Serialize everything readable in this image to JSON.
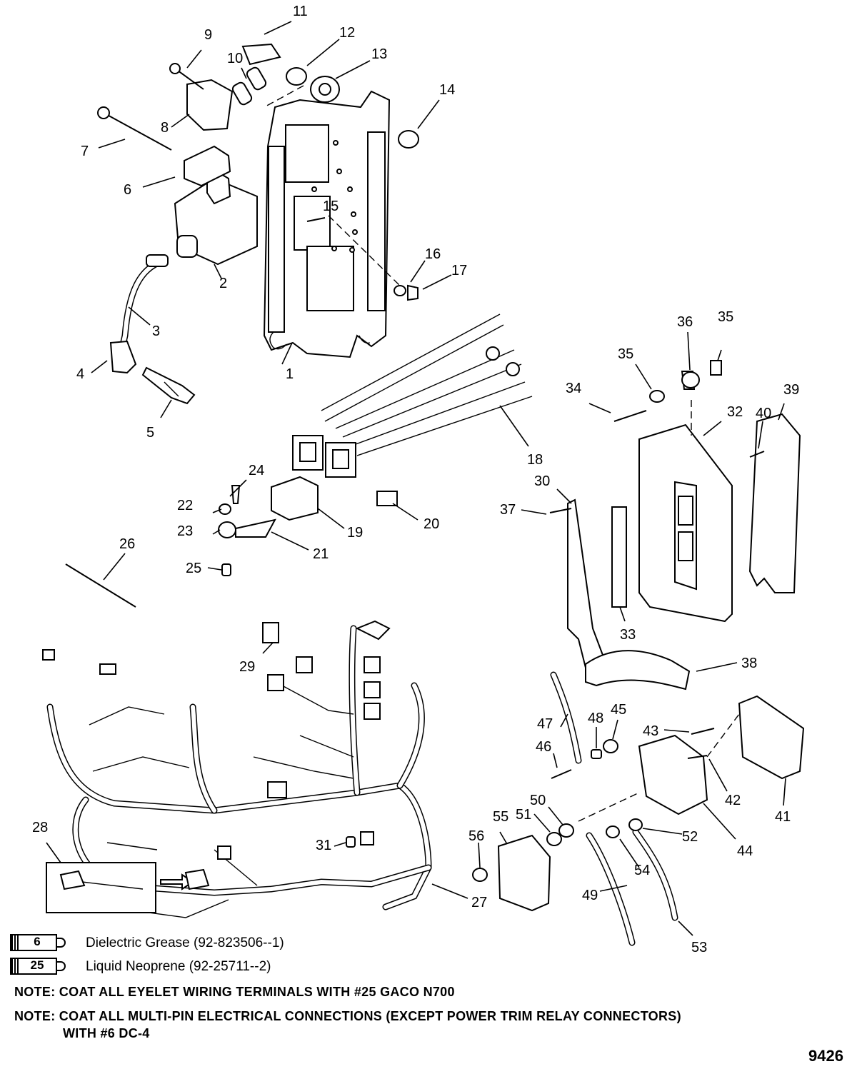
{
  "callouts": [
    "1",
    "2",
    "3",
    "4",
    "5",
    "6",
    "7",
    "8",
    "9",
    "10",
    "11",
    "12",
    "13",
    "14",
    "15",
    "16",
    "17",
    "18",
    "19",
    "20",
    "21",
    "22",
    "23",
    "24",
    "25",
    "26",
    "27",
    "28",
    "29",
    "30",
    "31",
    "32",
    "33",
    "34",
    "35",
    "35",
    "36",
    "37",
    "38",
    "39",
    "40",
    "41",
    "42",
    "43",
    "44",
    "45",
    "46",
    "47",
    "48",
    "49",
    "50",
    "51",
    "52",
    "53",
    "54",
    "55",
    "56"
  ],
  "legend": [
    {
      "number": "6",
      "text": "Dielectric Grease (92-823506--1)"
    },
    {
      "number": "25",
      "text": "Liquid Neoprene (92-25711--2)"
    }
  ],
  "notes": [
    "NOTE: COAT ALL EYELET WIRING TERMINALS WITH #25 GACO N700",
    "NOTE: COAT ALL MULTI-PIN ELECTRICAL CONNECTIONS (EXCEPT POWER TRIM RELAY CONNECTORS)",
    "WITH #6 DC-4"
  ],
  "figure_number": "9426"
}
